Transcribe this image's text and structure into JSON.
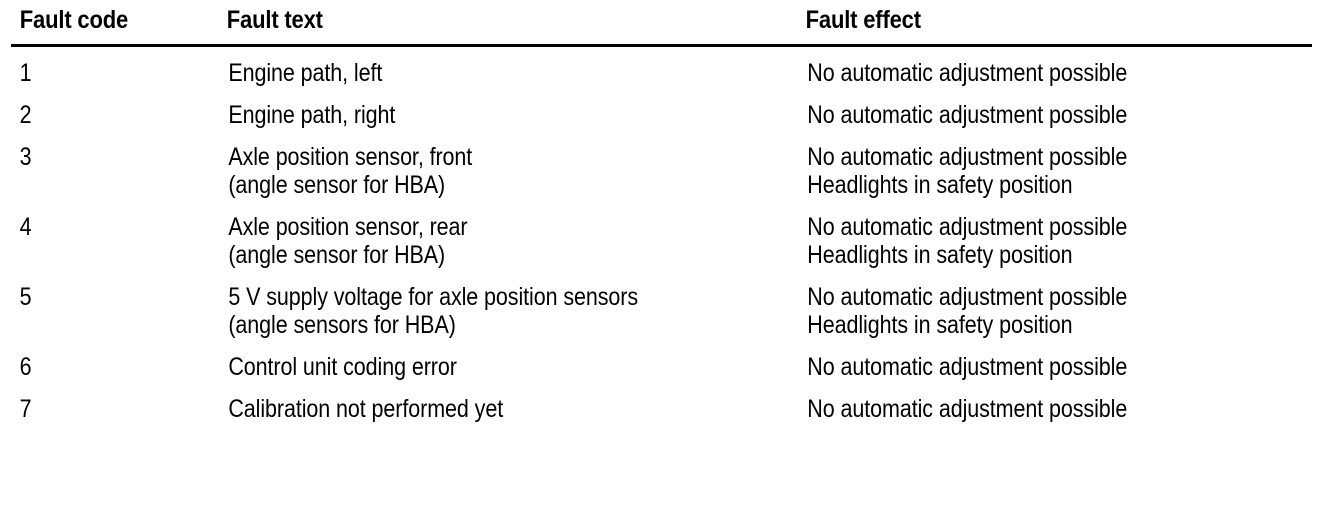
{
  "table": {
    "columns": [
      {
        "key": "code",
        "header": "Fault code"
      },
      {
        "key": "text",
        "header": "Fault text"
      },
      {
        "key": "effect",
        "header": "Fault effect"
      }
    ],
    "rows": [
      {
        "code": "1",
        "text": [
          "Engine path, left"
        ],
        "effect": [
          "No automatic adjustment possible"
        ]
      },
      {
        "code": "2",
        "text": [
          "Engine path, right"
        ],
        "effect": [
          "No automatic adjustment possible"
        ]
      },
      {
        "code": "3",
        "text": [
          "Axle position sensor, front",
          "(angle sensor for HBA)"
        ],
        "effect": [
          "No automatic adjustment possible",
          "Headlights in safety position"
        ]
      },
      {
        "code": "4",
        "text": [
          "Axle position sensor, rear",
          "(angle sensor for HBA)"
        ],
        "effect": [
          "No automatic adjustment possible",
          "Headlights in safety position"
        ]
      },
      {
        "code": "5",
        "text": [
          "5 V supply voltage for axle position sensors",
          "(angle sensors for HBA)"
        ],
        "effect": [
          "No automatic adjustment possible",
          "Headlights in safety position"
        ]
      },
      {
        "code": "6",
        "text": [
          "Control unit coding error"
        ],
        "effect": [
          "No automatic adjustment possible"
        ]
      },
      {
        "code": "7",
        "text": [
          "Calibration not performed yet"
        ],
        "effect": [
          "No automatic adjustment possible"
        ]
      }
    ]
  },
  "colors": {
    "background": "#ffffff",
    "text": "#000000",
    "rule": "#000000"
  }
}
